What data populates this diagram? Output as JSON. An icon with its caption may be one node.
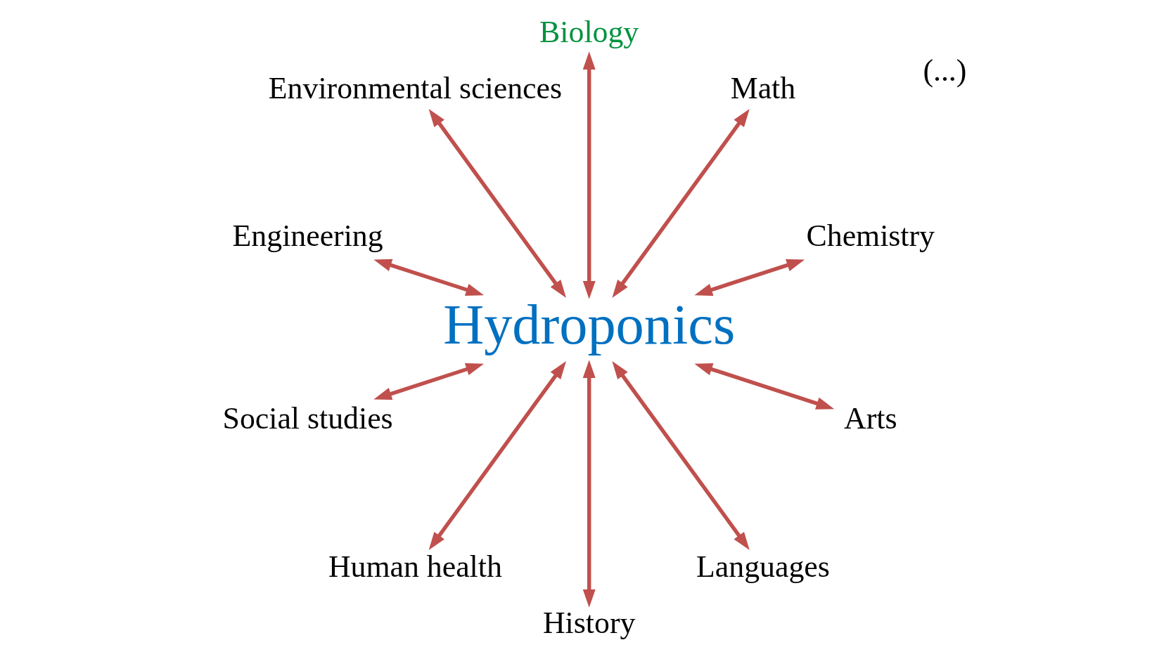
{
  "diagram": {
    "nodes": [
      {
        "text": [
          "Chemistry"
        ]
      },
      {
        "text": [
          "Math"
        ]
      },
      {
        "text": [
          "Biology"
        ]
      },
      {
        "text": [
          "Environmental sciences"
        ]
      },
      {
        "text": [
          "Engineering"
        ]
      },
      {
        "text": [
          "Hydroponics"
        ]
      },
      {
        "text": [
          "Social studies"
        ]
      },
      {
        "text": [
          "Human health"
        ]
      },
      {
        "text": [
          "History"
        ]
      },
      {
        "text": [
          "Languages"
        ]
      },
      {
        "text": [
          "Arts"
        ]
      }
    ],
    "edges": [
      {
        "from": 5,
        "to": 0,
        "arrow": "both"
      },
      {
        "from": 5,
        "to": 2,
        "arrow": "both"
      },
      {
        "from": 5,
        "to": 3,
        "arrow": "both"
      },
      {
        "from": 5,
        "to": 6,
        "arrow": "both"
      },
      {
        "from": 5,
        "to": 8,
        "arrow": "both"
      },
      {
        "from": 5,
        "to": 10,
        "arrow": "both"
      },
      {
        "from": 5,
        "to": 9,
        "arrow": "both"
      },
      {
        "from": 5,
        "to": 7,
        "arrow": "both"
      },
      {
        "from": 5,
        "to": 4,
        "arrow": "both"
      },
      {
        "from": 5,
        "to": 1,
        "arrow": "both"
      }
    ],
    "labels": [
      "(...)"
    ]
  }
}
